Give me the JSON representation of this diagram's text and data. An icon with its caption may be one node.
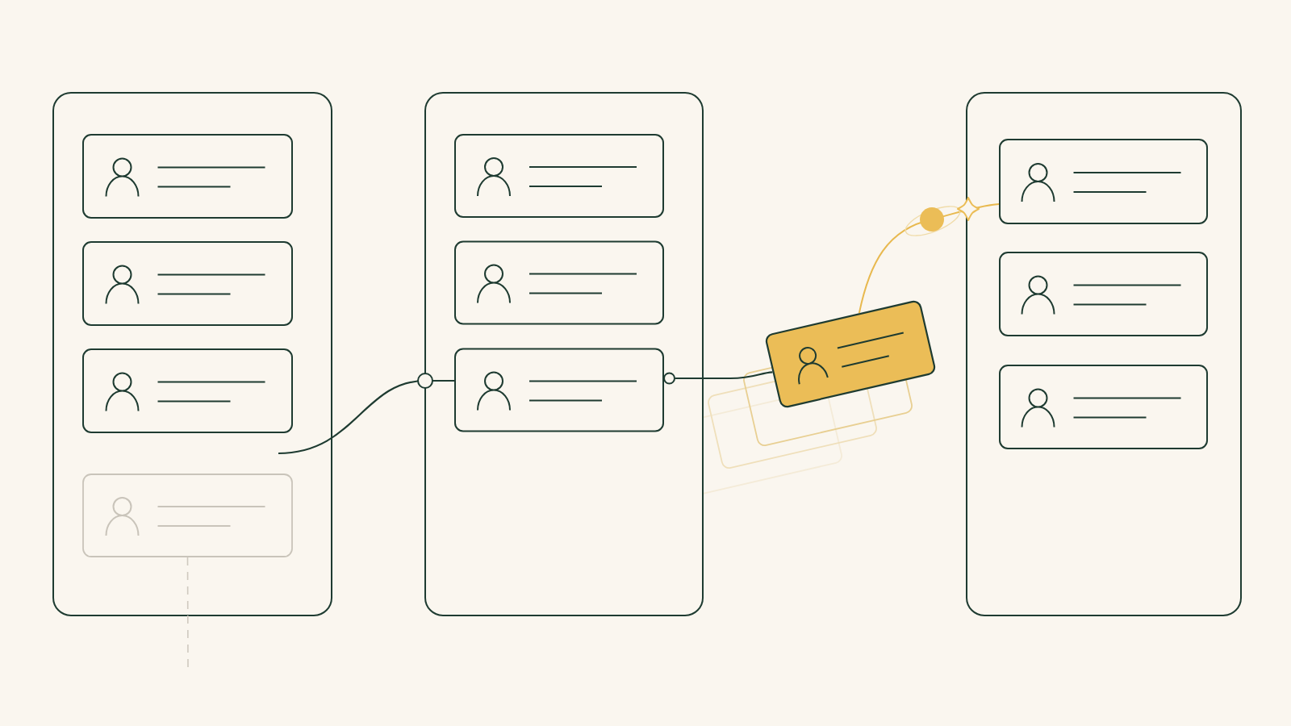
{
  "diagram": {
    "nodes": [
      {
        "text": [],
        "shape": "box"
      },
      {
        "text": [],
        "shape": "box",
        "in": 0
      },
      {
        "text": [],
        "shape": "box",
        "in": 0
      },
      {
        "text": [],
        "shape": "box",
        "in": 0
      },
      {
        "text": [],
        "shape": "box",
        "in": 0
      },
      {
        "text": [],
        "shape": "box"
      },
      {
        "text": [],
        "shape": "box",
        "in": 5
      },
      {
        "text": [],
        "shape": "box",
        "in": 5
      },
      {
        "text": [],
        "shape": "box",
        "in": 5
      },
      {
        "text": [],
        "shape": "box"
      },
      {
        "text": [],
        "shape": "box"
      },
      {
        "text": [],
        "shape": "box",
        "in": 10
      },
      {
        "text": [],
        "shape": "box",
        "in": 10
      },
      {
        "text": [],
        "shape": "box",
        "in": 10
      }
    ],
    "edges": [
      {
        "from": null,
        "to": 8,
        "arrow": "none"
      },
      {
        "from": 8,
        "to": 9,
        "arrow": "none"
      },
      {
        "from": 9,
        "to": 11,
        "arrow": "none",
        "color": "#e8b94f"
      },
      {
        "from": 4,
        "to": null,
        "arrow": "none",
        "style": "dashed",
        "color": "#cfc9bf"
      }
    ]
  }
}
